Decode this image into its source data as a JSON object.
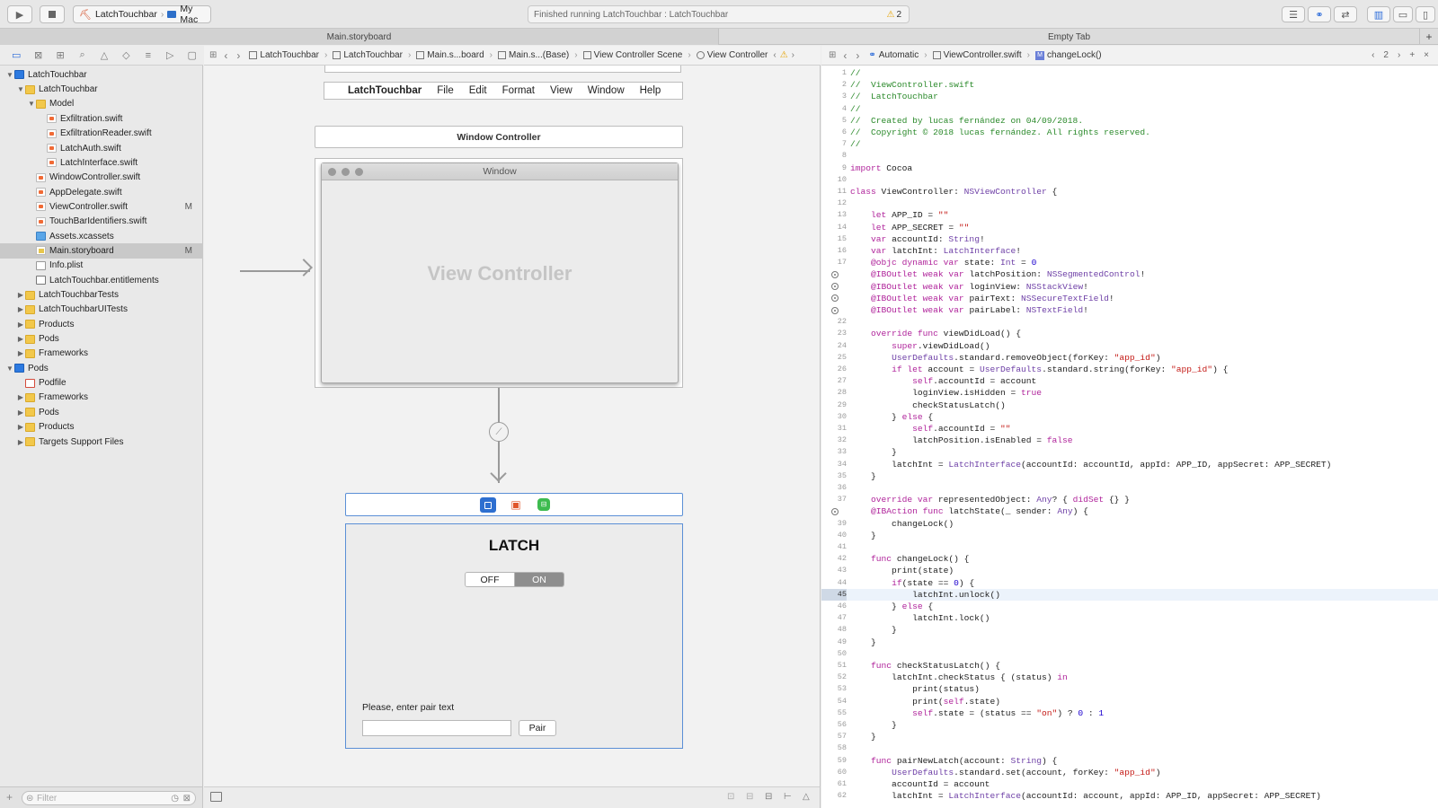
{
  "toolbar": {
    "scheme_target": "LatchTouchbar",
    "scheme_device": "My Mac",
    "status_text": "Finished running LatchTouchbar : LatchTouchbar",
    "warning_count": "2"
  },
  "tabs": [
    {
      "label": "Main.storyboard"
    },
    {
      "label": "Empty Tab"
    }
  ],
  "navigator": {
    "rows": [
      {
        "label": "LatchTouchbar",
        "depth": 0,
        "icon": "proj",
        "tri": "▼"
      },
      {
        "label": "LatchTouchbar",
        "depth": 1,
        "icon": "folder",
        "tri": "▼"
      },
      {
        "label": "Model",
        "depth": 2,
        "icon": "folder",
        "tri": "▼"
      },
      {
        "label": "Exfiltration.swift",
        "depth": 3,
        "icon": "swift",
        "tri": ""
      },
      {
        "label": "ExfiltrationReader.swift",
        "depth": 3,
        "icon": "swift",
        "tri": ""
      },
      {
        "label": "LatchAuth.swift",
        "depth": 3,
        "icon": "swift",
        "tri": ""
      },
      {
        "label": "LatchInterface.swift",
        "depth": 3,
        "icon": "swift",
        "tri": ""
      },
      {
        "label": "WindowController.swift",
        "depth": 2,
        "icon": "swift",
        "tri": ""
      },
      {
        "label": "AppDelegate.swift",
        "depth": 2,
        "icon": "swift",
        "tri": ""
      },
      {
        "label": "ViewController.swift",
        "depth": 2,
        "icon": "swift",
        "tri": "",
        "badge": "M"
      },
      {
        "label": "TouchBarIdentifiers.swift",
        "depth": 2,
        "icon": "swift",
        "tri": ""
      },
      {
        "label": "Assets.xcassets",
        "depth": 2,
        "icon": "assets",
        "tri": ""
      },
      {
        "label": "Main.storyboard",
        "depth": 2,
        "icon": "sb",
        "tri": "",
        "badge": "M",
        "selected": true
      },
      {
        "label": "Info.plist",
        "depth": 2,
        "icon": "plist",
        "tri": ""
      },
      {
        "label": "LatchTouchbar.entitlements",
        "depth": 2,
        "icon": "ent",
        "tri": ""
      },
      {
        "label": "LatchTouchbarTests",
        "depth": 1,
        "icon": "folder",
        "tri": "▶"
      },
      {
        "label": "LatchTouchbarUITests",
        "depth": 1,
        "icon": "folder",
        "tri": "▶"
      },
      {
        "label": "Products",
        "depth": 1,
        "icon": "folder",
        "tri": "▶"
      },
      {
        "label": "Pods",
        "depth": 1,
        "icon": "folder",
        "tri": "▶"
      },
      {
        "label": "Frameworks",
        "depth": 1,
        "icon": "folder",
        "tri": "▶"
      },
      {
        "label": "Pods",
        "depth": 0,
        "icon": "proj",
        "tri": "▼"
      },
      {
        "label": "Podfile",
        "depth": 1,
        "icon": "pod",
        "tri": ""
      },
      {
        "label": "Frameworks",
        "depth": 1,
        "icon": "folder",
        "tri": "▶"
      },
      {
        "label": "Pods",
        "depth": 1,
        "icon": "folder",
        "tri": "▶"
      },
      {
        "label": "Products",
        "depth": 1,
        "icon": "folder",
        "tri": "▶"
      },
      {
        "label": "Targets Support Files",
        "depth": 1,
        "icon": "folder",
        "tri": "▶"
      }
    ],
    "filter_placeholder": "Filter"
  },
  "ib_jump": [
    "LatchTouchbar",
    "LatchTouchbar",
    "Main.s...board",
    "Main.s...(Base)",
    "View Controller Scene",
    "View Controller"
  ],
  "code_jump": {
    "mode": "Automatic",
    "file": "ViewController.swift",
    "symbol": "changeLock()",
    "count": "2"
  },
  "storyboard": {
    "menu_items": [
      "LatchTouchbar",
      "File",
      "Edit",
      "Format",
      "View",
      "Window",
      "Help"
    ],
    "window_controller": "Window Controller",
    "window_title": "Window",
    "view_controller": "View Controller",
    "latch_title": "LATCH",
    "seg_off": "OFF",
    "seg_on": "ON",
    "pair_label": "Please, enter pair text",
    "pair_button": "Pair"
  },
  "code": {
    "highlight_line": 45,
    "lines": [
      {
        "n": "1",
        "t": "//"
      },
      {
        "n": "2",
        "t": "//  ViewController.swift"
      },
      {
        "n": "3",
        "t": "//  LatchTouchbar"
      },
      {
        "n": "4",
        "t": "//"
      },
      {
        "n": "5",
        "t": "//  Created by lucas fernández on 04/09/2018."
      },
      {
        "n": "6",
        "t": "//  Copyright © 2018 lucas fernández. All rights reserved."
      },
      {
        "n": "7",
        "t": "//"
      },
      {
        "n": "8",
        "t": ""
      },
      {
        "n": "9",
        "t": "import Cocoa"
      },
      {
        "n": "10",
        "t": ""
      },
      {
        "n": "11",
        "t": "class ViewController: NSViewController {"
      },
      {
        "n": "12",
        "t": ""
      },
      {
        "n": "13",
        "t": "    let APP_ID = \"\""
      },
      {
        "n": "14",
        "t": "    let APP_SECRET = \"\""
      },
      {
        "n": "15",
        "t": "    var accountId: String!"
      },
      {
        "n": "16",
        "t": "    var latchInt: LatchInterface!"
      },
      {
        "n": "17",
        "t": "    @objc dynamic var state: Int = 0"
      },
      {
        "n": "18",
        "t": "    @IBOutlet weak var latchPosition: NSSegmentedControl!",
        "o": true
      },
      {
        "n": "19",
        "t": "    @IBOutlet weak var loginView: NSStackView!",
        "o": true
      },
      {
        "n": "20",
        "t": "    @IBOutlet weak var pairText: NSSecureTextField!",
        "o": true
      },
      {
        "n": "21",
        "t": "    @IBOutlet weak var pairLabel: NSTextField!",
        "o": true
      },
      {
        "n": "22",
        "t": ""
      },
      {
        "n": "23",
        "t": "    override func viewDidLoad() {"
      },
      {
        "n": "24",
        "t": "        super.viewDidLoad()"
      },
      {
        "n": "25",
        "t": "        UserDefaults.standard.removeObject(forKey: \"app_id\")"
      },
      {
        "n": "26",
        "t": "        if let account = UserDefaults.standard.string(forKey: \"app_id\") {"
      },
      {
        "n": "27",
        "t": "            self.accountId = account"
      },
      {
        "n": "28",
        "t": "            loginView.isHidden = true"
      },
      {
        "n": "29",
        "t": "            checkStatusLatch()"
      },
      {
        "n": "30",
        "t": "        } else {"
      },
      {
        "n": "31",
        "t": "            self.accountId = \"\""
      },
      {
        "n": "32",
        "t": "            latchPosition.isEnabled = false"
      },
      {
        "n": "33",
        "t": "        }"
      },
      {
        "n": "34",
        "t": "        latchInt = LatchInterface(accountId: accountId, appId: APP_ID, appSecret: APP_SECRET)"
      },
      {
        "n": "35",
        "t": "    }"
      },
      {
        "n": "36",
        "t": ""
      },
      {
        "n": "37",
        "t": "    override var representedObject: Any? { didSet {} }"
      },
      {
        "n": "38",
        "t": "    @IBAction func latchState(_ sender: Any) {",
        "o": true
      },
      {
        "n": "39",
        "t": "        changeLock()"
      },
      {
        "n": "40",
        "t": "    }"
      },
      {
        "n": "41",
        "t": ""
      },
      {
        "n": "42",
        "t": "    func changeLock() {"
      },
      {
        "n": "43",
        "t": "        print(state)"
      },
      {
        "n": "44",
        "t": "        if(state == 0) {"
      },
      {
        "n": "45",
        "t": "            latchInt.unlock()"
      },
      {
        "n": "46",
        "t": "        } else {"
      },
      {
        "n": "47",
        "t": "            latchInt.lock()"
      },
      {
        "n": "48",
        "t": "        }"
      },
      {
        "n": "49",
        "t": "    }"
      },
      {
        "n": "50",
        "t": ""
      },
      {
        "n": "51",
        "t": "    func checkStatusLatch() {"
      },
      {
        "n": "52",
        "t": "        latchInt.checkStatus { (status) in"
      },
      {
        "n": "53",
        "t": "            print(status)"
      },
      {
        "n": "54",
        "t": "            print(self.state)"
      },
      {
        "n": "55",
        "t": "            self.state = (status == \"on\") ? 0 : 1"
      },
      {
        "n": "56",
        "t": "        }"
      },
      {
        "n": "57",
        "t": "    }"
      },
      {
        "n": "58",
        "t": ""
      },
      {
        "n": "59",
        "t": "    func pairNewLatch(account: String) {"
      },
      {
        "n": "60",
        "t": "        UserDefaults.standard.set(account, forKey: \"app_id\")"
      },
      {
        "n": "61",
        "t": "        accountId = account"
      },
      {
        "n": "62",
        "t": "        latchInt = LatchInterface(accountId: account, appId: APP_ID, appSecret: APP_SECRET)"
      }
    ]
  }
}
